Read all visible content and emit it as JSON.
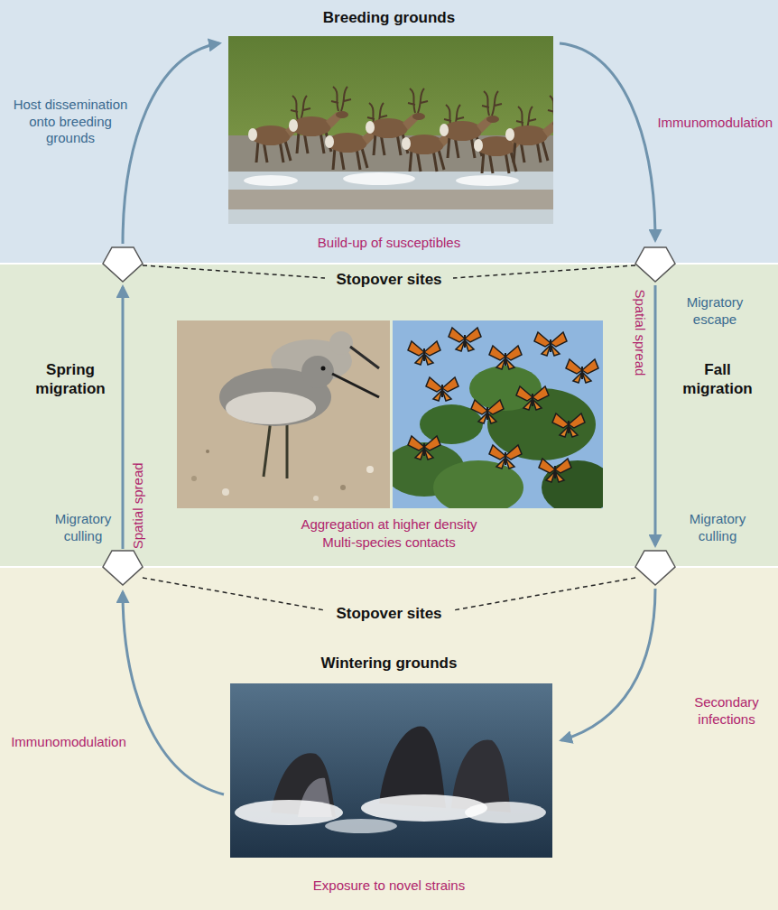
{
  "diagram": {
    "nodes": [
      {
        "text": [
          "Breeding grounds",
          "Build-up of susceptibles"
        ]
      },
      {
        "text": [
          "Aggregation at higher density",
          "Multi-species contacts"
        ]
      },
      {
        "text": [
          "Wintering grounds",
          "Exposure to novel strains"
        ]
      }
    ],
    "labels": [
      "Host dissemination onto breeding grounds",
      "Immunomodulation",
      "Stopover sites",
      "Migratory escape",
      "Spring migration",
      "Fall migration",
      "Spatial spread",
      "Spatial spread",
      "Migratory culling",
      "Migratory culling",
      "Stopover sites",
      "Secondary infections",
      "Immunomodulation"
    ]
  }
}
